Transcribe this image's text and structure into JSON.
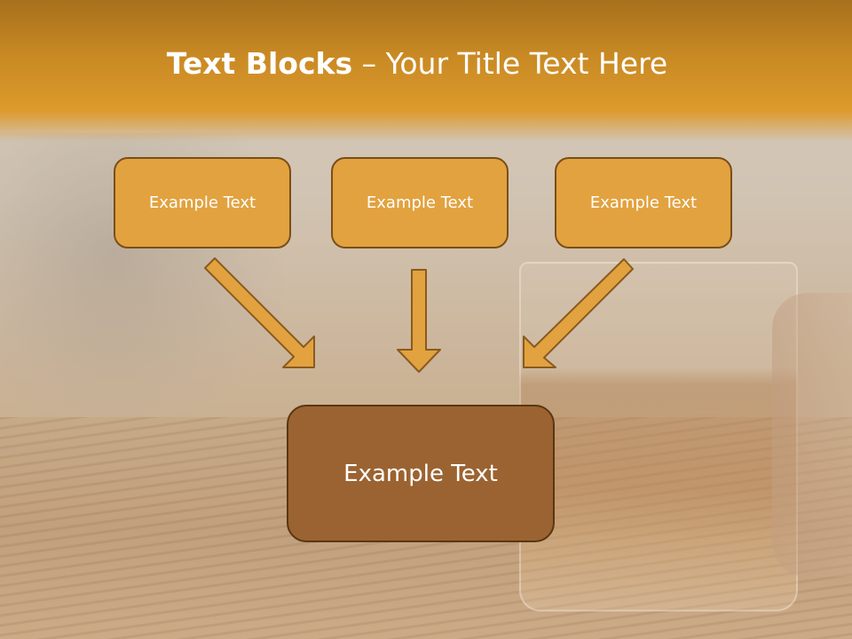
{
  "slide": {
    "title_bold": "Text Blocks",
    "title_dash": " – ",
    "title_rest": "Your Title Text Here"
  },
  "boxes": {
    "top": [
      {
        "label": "Example Text"
      },
      {
        "label": "Example Text"
      },
      {
        "label": "Example Text"
      }
    ],
    "bottom": {
      "label": "Example Text"
    }
  },
  "colors": {
    "title_band": "#dd9a2c",
    "top_box_fill": "#e2a23f",
    "top_box_border": "#7a4e18",
    "bottom_box_fill": "#9b6331",
    "arrow_fill": "#e2a23f",
    "arrow_stroke": "#8a5a20"
  }
}
